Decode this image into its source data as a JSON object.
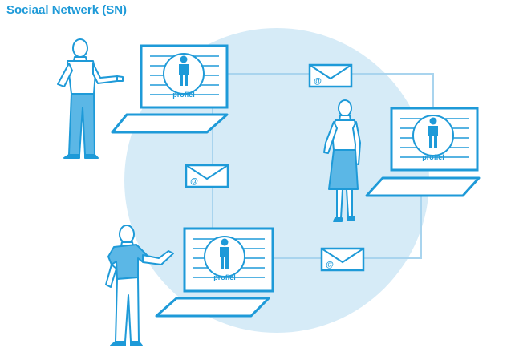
{
  "title": "Sociaal Netwerk (SN)",
  "profile_label": "profiel",
  "email_symbol": "@",
  "colors": {
    "accent": "#1e9ad8",
    "circle": "#d6ebf7",
    "connector": "#a9d4ee",
    "fill_light": "#ffffff",
    "fill_figure": "#5bb7e6"
  },
  "laptops": [
    {
      "id": "laptop-top-left"
    },
    {
      "id": "laptop-right"
    },
    {
      "id": "laptop-bottom"
    }
  ],
  "envelopes": [
    {
      "id": "envelope-top"
    },
    {
      "id": "envelope-left"
    },
    {
      "id": "envelope-bottom"
    }
  ],
  "people": [
    {
      "id": "man-top-left"
    },
    {
      "id": "woman-right"
    },
    {
      "id": "man-bottom-left"
    }
  ]
}
